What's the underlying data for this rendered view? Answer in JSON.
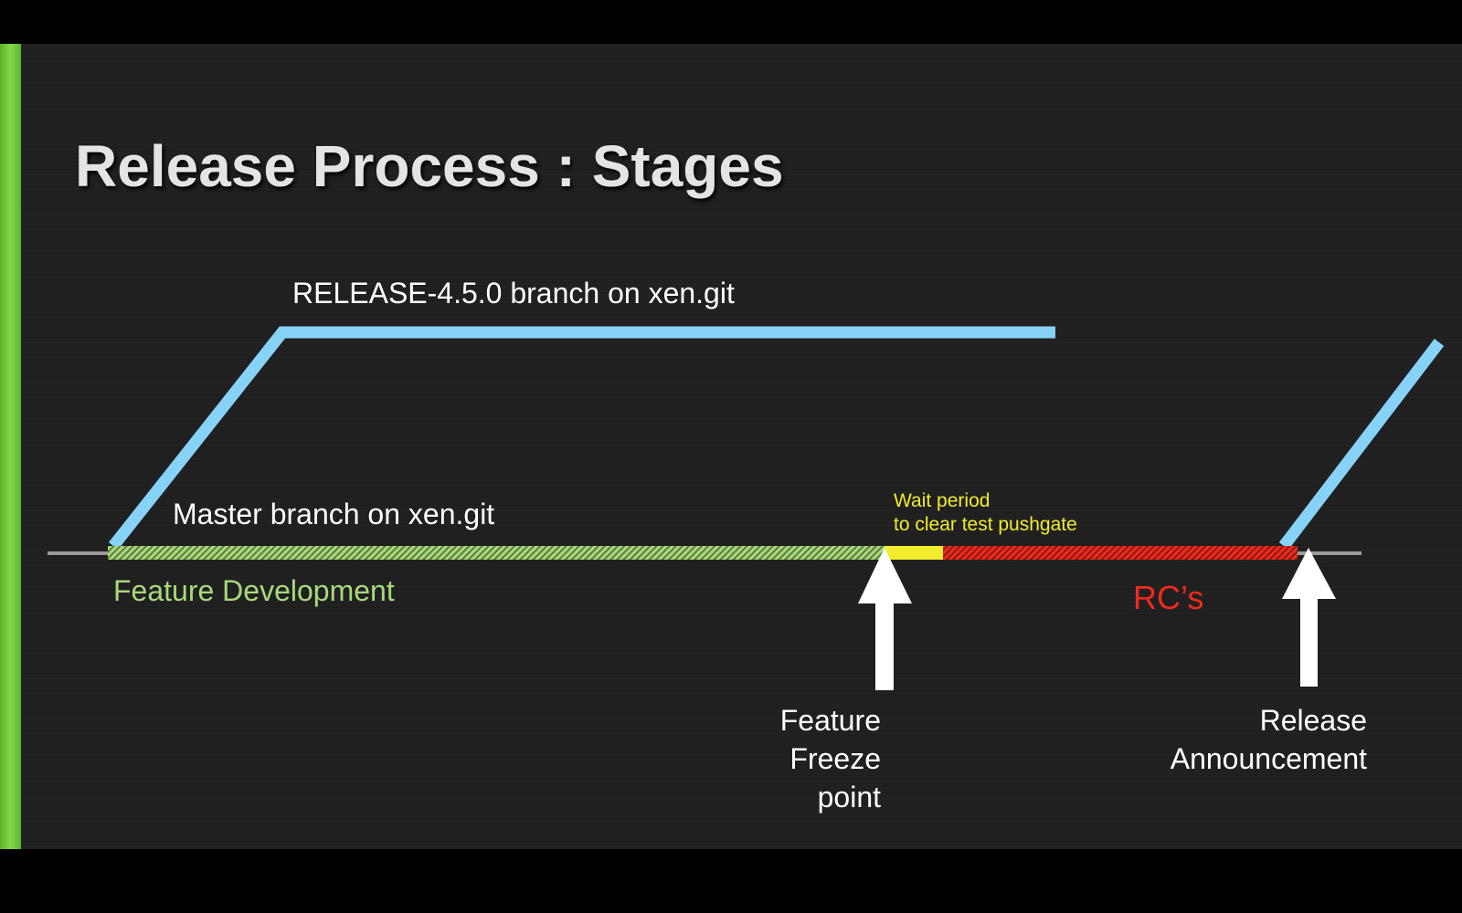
{
  "title": "Release Process : Stages",
  "release_branch_label": "RELEASE-4.5.0 branch on xen.git",
  "master_branch_label": "Master branch on xen.git",
  "stages": {
    "feature_development": "Feature Development",
    "wait_period_line1": "Wait period",
    "wait_period_line2": "to clear test pushgate",
    "rcs": "RC’s"
  },
  "markers": {
    "feature_freeze": [
      "Feature",
      "Freeze",
      "point"
    ],
    "release_announcement": [
      "Release",
      "Announcement"
    ]
  },
  "colors": {
    "branch": "#87d3f8",
    "feature": "#a8d97a",
    "wait": "#f2ec2c",
    "rc": "#ef2a1e",
    "accent": "#6cc532"
  }
}
